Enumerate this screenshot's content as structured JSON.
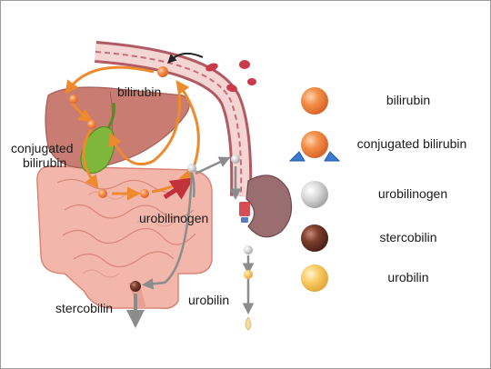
{
  "labels": {
    "bilirubin": "bilirubin",
    "conjugated_line1": "conjugated",
    "conjugated_line2": "bilirubin",
    "urobilinogen": "urobilinogen",
    "urobilin": "urobilin",
    "stercobilin": "stercobilin"
  },
  "legend": {
    "items": [
      {
        "label": "bilirubin",
        "color": "#f2873e",
        "icon": "bilirubin-ball-icon"
      },
      {
        "label": "conjugated bilirubin",
        "color": "#f2873e",
        "icon": "conjugated-bilirubin-icon"
      },
      {
        "label": "urobilinogen",
        "color": "#cfcfcf",
        "icon": "urobilinogen-ball-icon"
      },
      {
        "label": "stercobilin",
        "color": "#7a3e2e",
        "icon": "stercobilin-ball-icon"
      },
      {
        "label": "urobilin",
        "color": "#f7c75a",
        "icon": "urobilin-ball-icon"
      }
    ]
  },
  "colors": {
    "pathway_arrow": "#ee8a2e",
    "excretion_arrow": "#8c8c8c",
    "vessel": "#c9727a",
    "liver": "#c97d74",
    "intestine": "#f0b8ac",
    "gallbladder": "#7bb43a"
  }
}
